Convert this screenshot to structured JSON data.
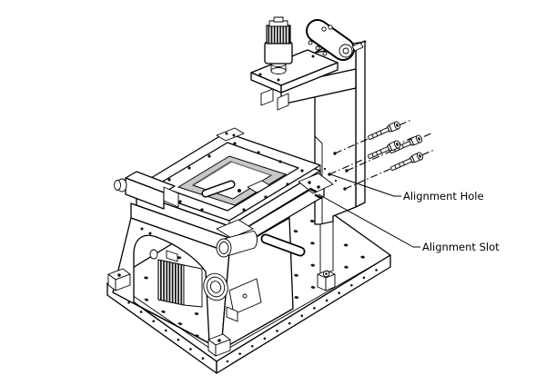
{
  "diagram": {
    "type": "isometric-technical-illustration",
    "background_color": "#ffffff",
    "line_color": "#000000",
    "shade_color": "#c8c8c8",
    "labels": {
      "alignment_hole": "Alignment Hole",
      "alignment_slot": "Alignment Slot"
    },
    "parts": [
      "base-breadboard",
      "support-wedge",
      "motor-heatsink-assembly",
      "objective-lens-assembly",
      "xy-stage",
      "stage-aperture-frame",
      "left-actuator",
      "front-actuator",
      "carry-handle",
      "corner-bracket",
      "tower-column",
      "tower-foot",
      "mounting-arm",
      "camera-mount-plate",
      "camera-head",
      "saddle-clamp",
      "cap-screws",
      "alignment-holes",
      "alignment-slots"
    ]
  }
}
